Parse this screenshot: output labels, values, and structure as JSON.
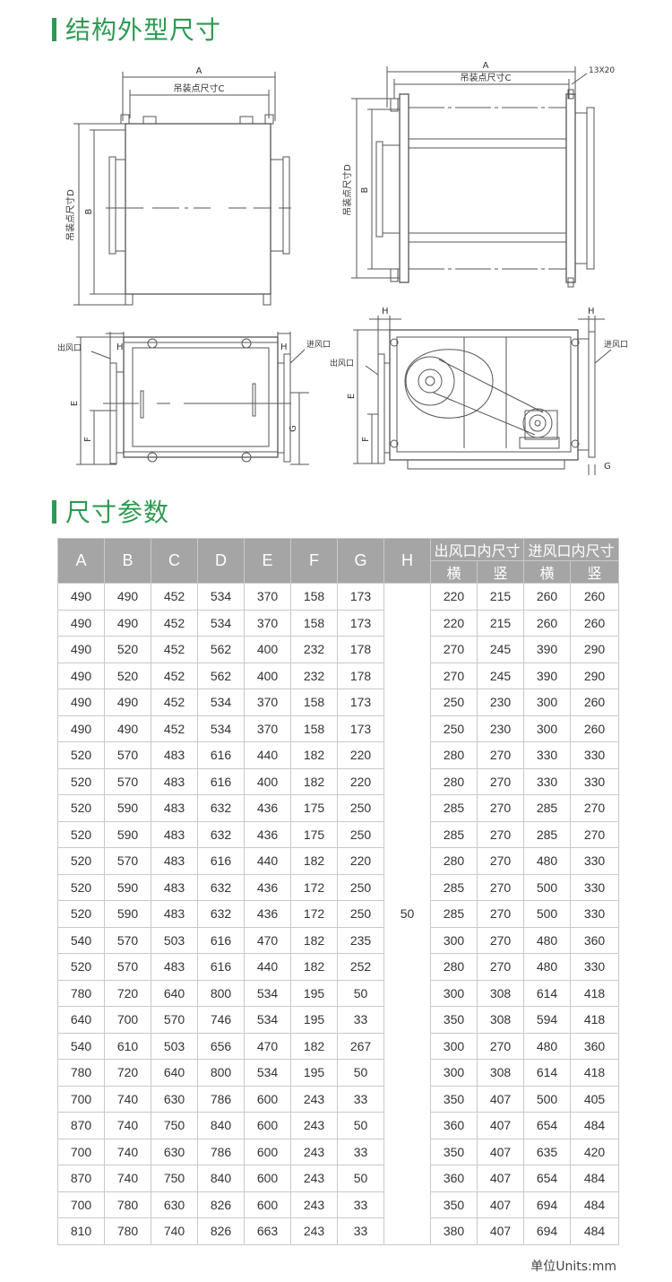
{
  "sections": {
    "structure_title": "结构外型尺寸",
    "params_title": "尺寸参数"
  },
  "drawing_labels": {
    "A": "A",
    "B": "B",
    "C": "吊装点尺寸C",
    "D": "吊装点尺寸D",
    "E": "E",
    "F": "F",
    "G": "G",
    "H": "H",
    "hole": "13X20",
    "outlet": "出风口",
    "inlet": "进风口"
  },
  "table": {
    "headers": [
      "A",
      "B",
      "C",
      "D",
      "E",
      "F",
      "G",
      "H"
    ],
    "group_outlet": "出风口内尺寸",
    "group_inlet": "进风口内尺寸",
    "sub_headers": [
      "横",
      "竖",
      "横",
      "竖"
    ],
    "h_value": "50",
    "rows": [
      [
        "490",
        "490",
        "452",
        "534",
        "370",
        "158",
        "173",
        "220",
        "215",
        "260",
        "260"
      ],
      [
        "490",
        "490",
        "452",
        "534",
        "370",
        "158",
        "173",
        "220",
        "215",
        "260",
        "260"
      ],
      [
        "490",
        "520",
        "452",
        "562",
        "400",
        "232",
        "178",
        "270",
        "245",
        "390",
        "290"
      ],
      [
        "490",
        "520",
        "452",
        "562",
        "400",
        "232",
        "178",
        "270",
        "245",
        "390",
        "290"
      ],
      [
        "490",
        "490",
        "452",
        "534",
        "370",
        "158",
        "173",
        "250",
        "230",
        "300",
        "260"
      ],
      [
        "490",
        "490",
        "452",
        "534",
        "370",
        "158",
        "173",
        "250",
        "230",
        "300",
        "260"
      ],
      [
        "520",
        "570",
        "483",
        "616",
        "440",
        "182",
        "220",
        "280",
        "270",
        "330",
        "330"
      ],
      [
        "520",
        "570",
        "483",
        "616",
        "400",
        "182",
        "220",
        "280",
        "270",
        "330",
        "330"
      ],
      [
        "520",
        "590",
        "483",
        "632",
        "436",
        "175",
        "250",
        "285",
        "270",
        "285",
        "270"
      ],
      [
        "520",
        "590",
        "483",
        "632",
        "436",
        "175",
        "250",
        "285",
        "270",
        "285",
        "270"
      ],
      [
        "520",
        "570",
        "483",
        "616",
        "440",
        "182",
        "220",
        "280",
        "270",
        "480",
        "330"
      ],
      [
        "520",
        "590",
        "483",
        "632",
        "436",
        "172",
        "250",
        "285",
        "270",
        "500",
        "330"
      ],
      [
        "520",
        "590",
        "483",
        "632",
        "436",
        "172",
        "250",
        "285",
        "270",
        "500",
        "330"
      ],
      [
        "540",
        "570",
        "503",
        "616",
        "470",
        "182",
        "235",
        "300",
        "270",
        "480",
        "360"
      ],
      [
        "520",
        "570",
        "483",
        "616",
        "440",
        "182",
        "252",
        "280",
        "270",
        "480",
        "330"
      ],
      [
        "780",
        "720",
        "640",
        "800",
        "534",
        "195",
        "50",
        "300",
        "308",
        "614",
        "418"
      ],
      [
        "640",
        "700",
        "570",
        "746",
        "534",
        "195",
        "33",
        "350",
        "308",
        "594",
        "418"
      ],
      [
        "540",
        "610",
        "503",
        "656",
        "470",
        "182",
        "267",
        "300",
        "270",
        "480",
        "360"
      ],
      [
        "780",
        "720",
        "640",
        "800",
        "534",
        "195",
        "50",
        "300",
        "308",
        "614",
        "418"
      ],
      [
        "700",
        "740",
        "630",
        "786",
        "600",
        "243",
        "33",
        "350",
        "407",
        "500",
        "405"
      ],
      [
        "870",
        "740",
        "750",
        "840",
        "600",
        "243",
        "50",
        "360",
        "407",
        "654",
        "484"
      ],
      [
        "700",
        "740",
        "630",
        "786",
        "600",
        "243",
        "33",
        "350",
        "407",
        "635",
        "420"
      ],
      [
        "870",
        "740",
        "750",
        "840",
        "600",
        "243",
        "50",
        "360",
        "407",
        "654",
        "484"
      ],
      [
        "700",
        "780",
        "630",
        "826",
        "600",
        "243",
        "33",
        "350",
        "407",
        "694",
        "484"
      ],
      [
        "810",
        "780",
        "740",
        "826",
        "663",
        "243",
        "33",
        "380",
        "407",
        "694",
        "484"
      ]
    ]
  },
  "units": "单位Units:mm",
  "colors": {
    "accent": "#2e9a52",
    "header_bg": "#a5a5a5",
    "line": "#555555"
  }
}
